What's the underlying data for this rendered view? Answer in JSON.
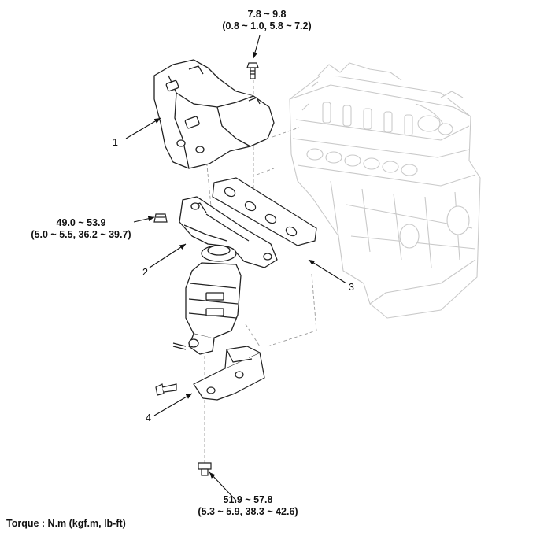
{
  "torque_specs": {
    "top_bolt": {
      "line1": "7.8 ~ 9.8",
      "line2": "(0.8 ~ 1.0, 5.8 ~ 7.2)"
    },
    "manifold_nut": {
      "line1": "49.0 ~ 53.9",
      "line2": "(5.0 ~ 5.5, 36.2 ~ 39.7)"
    },
    "bottom_bolt": {
      "line1": "51.9 ~ 57.8",
      "line2": "(5.3 ~ 5.9, 38.3 ~ 42.6)"
    }
  },
  "callouts": {
    "heat_protector": "1",
    "exhaust_manifold": "2",
    "gasket": "3",
    "manifold_stay": "4"
  },
  "footer": {
    "torque_unit": "Torque : N.m (kgf.m, lb-ft)"
  }
}
